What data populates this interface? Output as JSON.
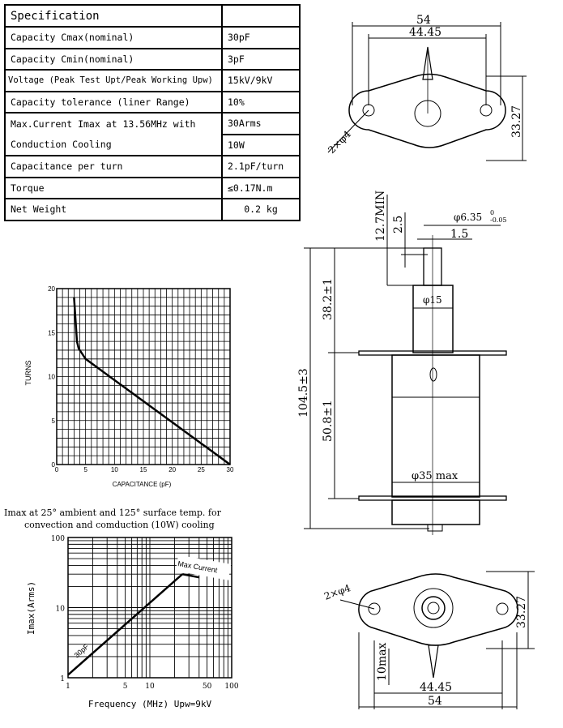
{
  "spec_table": {
    "title": "Specification",
    "rows": [
      {
        "label": "Capacity Cmax(nominal)",
        "value": "30pF"
      },
      {
        "label": "Capacity Cmin(nominal)",
        "value": "3pF"
      },
      {
        "label": "Voltage (Peak Test Upt/Peak Working Upw)",
        "value": "15kV/9kV"
      },
      {
        "label": "Capacity tolerance (liner Range)",
        "value": "10%"
      },
      {
        "label": "Max.Current Imax at 13.56MHz with",
        "value": "30Arms"
      },
      {
        "label": "Conduction Cooling",
        "value": "10W"
      },
      {
        "label": "Capacitance per turn",
        "value": "2.1pF/turn"
      },
      {
        "label": "Torque",
        "value": "≤0.17N.m"
      },
      {
        "label": "Net Weight",
        "value": "0.2 kg"
      }
    ]
  },
  "chart_data": [
    {
      "type": "line",
      "title": "",
      "xlabel": "CAPACITANCE (pF)",
      "ylabel": "TURNS",
      "xlim": [
        0,
        30
      ],
      "ylim": [
        0,
        20
      ],
      "xticks": [
        "0",
        "5",
        "10",
        "15",
        "20",
        "25",
        "30"
      ],
      "yticks": [
        "0",
        "5",
        "10",
        "15",
        "20"
      ],
      "grid": true,
      "x": [
        3,
        3.5,
        3.8,
        4.5,
        5,
        10,
        15,
        20,
        25,
        30
      ],
      "y": [
        19,
        14,
        13.2,
        12.5,
        12,
        9.6,
        7.2,
        4.8,
        2.4,
        0
      ]
    },
    {
      "type": "line",
      "title": "Imax at 25° ambient and 125° surface temp. for convection and comduction (10W) cooling",
      "xlabel": "Frequency (MHz) Upw=9kV",
      "ylabel": "Imax(Arms)",
      "xscale": "log",
      "yscale": "log",
      "xlim": [
        1,
        100
      ],
      "ylim": [
        1,
        100
      ],
      "xticks": [
        "1",
        "5",
        "10",
        "50",
        "100"
      ],
      "yticks": [
        "1",
        "10",
        "100"
      ],
      "grid": true,
      "series": [
        {
          "name": "30pF",
          "x": [
            1,
            25
          ],
          "y": [
            1.1,
            30
          ]
        },
        {
          "name": "Max Current",
          "x": [
            25,
            40
          ],
          "y": [
            30,
            27
          ]
        }
      ]
    }
  ],
  "drawing": {
    "top": {
      "width": "54",
      "hole_spacing": "44.45",
      "height": "33.27",
      "holes": "2×φ4"
    },
    "side": {
      "overall": "104.5±3",
      "upper": "38.2±1",
      "lower": "50.8±1",
      "shaft_len": "12.7MIN",
      "slot_depth": "2.5",
      "shaft_dia": "φ6.35",
      "tol_upper": "0",
      "tol_lower": "-0.05",
      "slot_width": "1.5",
      "neck_dia": "φ15",
      "body_dia": "φ35 max"
    },
    "bottom": {
      "width": "54",
      "hole_spacing": "44.45",
      "height": "33.27",
      "holes": "2×φ4",
      "pin": "10max"
    }
  }
}
